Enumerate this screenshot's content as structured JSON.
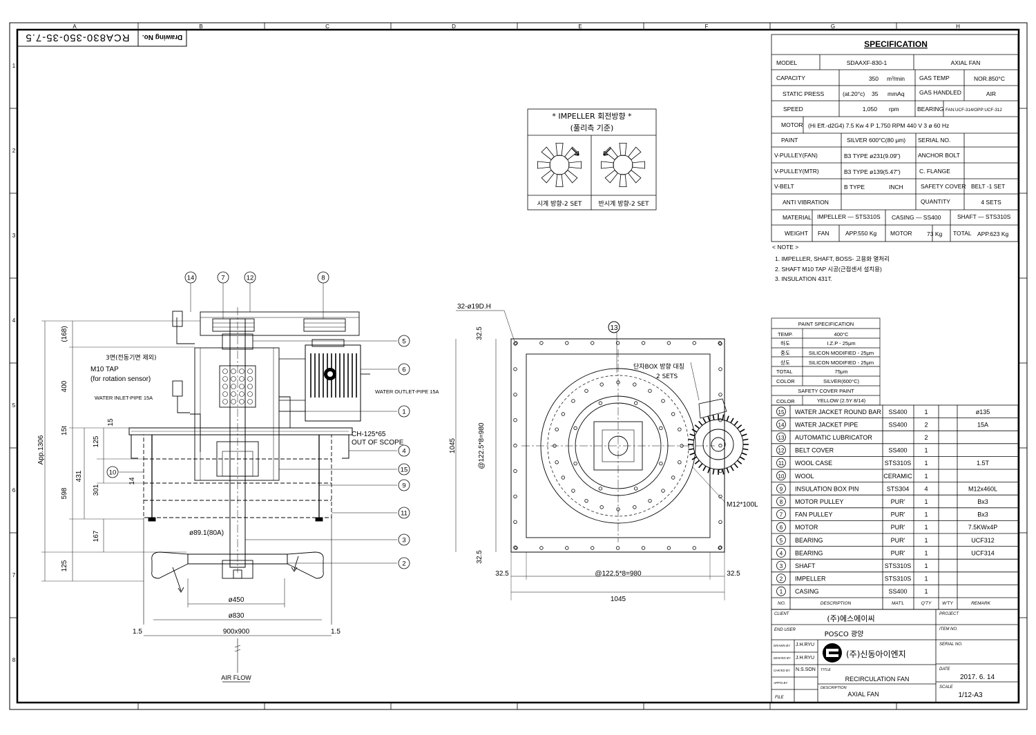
{
  "border": {
    "zones_top": [
      "A",
      "B",
      "C",
      "D",
      "E",
      "F",
      "G",
      "H"
    ],
    "zones_side": [
      "1",
      "2",
      "3",
      "4",
      "5",
      "6",
      "7",
      "8"
    ]
  },
  "drawing_no": {
    "label": "Drawing No.",
    "value": "RCA830-350-35-7.5"
  },
  "rotation_box": {
    "title1": "* IMPELLER 회전방향 *",
    "title2": "(풀리측 기준)",
    "cw_label": "시계 방향-2 SET",
    "ccw_label": "반시계 방향-2 SET"
  },
  "spec": {
    "title": "SPECIFICATION",
    "model_label": "MODEL",
    "model_value": "SDAAXF-830-1",
    "type_value": "AXIAL FAN",
    "capacity_label": "CAPACITY",
    "capacity_value": "350",
    "capacity_unit": "m³/min",
    "gas_temp_label": "GAS TEMP",
    "gas_temp_value": "NOR.850°C",
    "static_label": "STATIC PRESS",
    "static_cond": "(at.20°c)",
    "static_value": "35",
    "static_unit": "mmAq",
    "gas_handled_label": "GAS HANDLED",
    "gas_handled_value": "AIR",
    "speed_label": "SPEED",
    "speed_value": "1,050",
    "speed_unit": "rpm",
    "bearing_label": "BEARING",
    "bearing_value": "FAN:UCF-314/OPP:UCF-312",
    "motor_label": "MOTOR",
    "motor_value": "(Hi Eff.-d2G4) 7.5 Kw   4 P   1,750 RPM   440 V   3 ø   60 Hz",
    "paint_label": "PAINT",
    "paint_value": "SILVER 600°C(80 μm)",
    "serial_label": "SERIAL NO.",
    "vpf_label": "V-PULLEY(FAN)",
    "vpf_value": "B3 TYPE  ø231(9.09\")",
    "anchor_label": "ANCHOR BOLT",
    "vpm_label": "V-PULLEY(MTR)",
    "vpm_value": "B3 TYPE  ø139(5.47\")",
    "cflange_label": "C. FLANGE",
    "vbelt_label": "V-BELT",
    "vbelt_type": "B  TYPE",
    "vbelt_unit": "INCH",
    "safety_label": "SAFETY COVER",
    "safety_value": "BELT -1 SET",
    "antivib_label": "ANTI VIBRATION",
    "qty_label": "QUANTITY",
    "qty_value": "4 SETS",
    "material_label": "MATERIAL",
    "mat_impeller": "IMPELLER — STS310S",
    "mat_casing": "CASING — SS400",
    "mat_shaft": "SHAFT — STS310S",
    "weight_label": "WEIGHT",
    "w_fan_label": "FAN",
    "w_fan": "APP.550 Kg",
    "w_motor_label": "MOTOR",
    "w_motor": "73  Kg",
    "w_total_label": "TOTAL",
    "w_total": "APP.623 Kg"
  },
  "notes": {
    "title": "< NOTE >",
    "n1": "1. IMPELLER, SHAFT, BOSS- 고용화 열처리",
    "n2": "2. SHAFT M10 TAP 시공(근접센서 설치용)",
    "n3": "3. INSULATION 431T."
  },
  "paint_spec": {
    "title": "PAINT SPECIFICATION",
    "rows": [
      {
        "k": "TEMP.",
        "v": "400°C"
      },
      {
        "k": "하도",
        "v": "I.Z.P - 25μm"
      },
      {
        "k": "중도",
        "v": "SILICON MODIFIED - 25μm"
      },
      {
        "k": "상도",
        "v": "SILICON MODIFIED - 25μm"
      },
      {
        "k": "TOTAL",
        "v": "75μm"
      },
      {
        "k": "COLOR",
        "v": "SILVER(600°C)"
      }
    ],
    "safety_title": "SAFETY COVER PAINT",
    "safety_k": "COLOR",
    "safety_v": "YELLOW (2.5Y 8/14)"
  },
  "bom": [
    {
      "no": "15",
      "desc": "WATER JACKET ROUND BAR",
      "mat": "SS400",
      "qty": "1",
      "remark": "ø135"
    },
    {
      "no": "14",
      "desc": "WATER JACKET PIPE",
      "mat": "SS400",
      "qty": "2",
      "remark": "15A"
    },
    {
      "no": "13",
      "desc": "AUTOMATIC LUBRICATOR",
      "mat": "",
      "qty": "2",
      "remark": ""
    },
    {
      "no": "12",
      "desc": "BELT COVER",
      "mat": "SS400",
      "qty": "1",
      "remark": ""
    },
    {
      "no": "11",
      "desc": "WOOL CASE",
      "mat": "STS310S",
      "qty": "1",
      "remark": "1.5T"
    },
    {
      "no": "10",
      "desc": "WOOL",
      "mat": "CERAMIC",
      "qty": "1",
      "remark": ""
    },
    {
      "no": "9",
      "desc": "INSULATION BOX PIN",
      "mat": "STS304",
      "qty": "4",
      "remark": "M12x460L"
    },
    {
      "no": "8",
      "desc": "MOTOR PULLEY",
      "mat": "PUR'",
      "qty": "1",
      "remark": "Bx3"
    },
    {
      "no": "7",
      "desc": "FAN PULLEY",
      "mat": "PUR'",
      "qty": "1",
      "remark": "Bx3"
    },
    {
      "no": "6",
      "desc": "MOTOR",
      "mat": "PUR'",
      "qty": "1",
      "remark": "7.5KWx4P"
    },
    {
      "no": "5",
      "desc": "BEARING",
      "mat": "PUR'",
      "qty": "1",
      "remark": "UCF312"
    },
    {
      "no": "4",
      "desc": "BEARING",
      "mat": "PUR'",
      "qty": "1",
      "remark": "UCF314"
    },
    {
      "no": "3",
      "desc": "SHAFT",
      "mat": "STS310S",
      "qty": "1",
      "remark": ""
    },
    {
      "no": "2",
      "desc": "IMPELLER",
      "mat": "STS310S",
      "qty": "1",
      "remark": ""
    },
    {
      "no": "1",
      "desc": "CASING",
      "mat": "SS400",
      "qty": "1",
      "remark": ""
    }
  ],
  "bom_header": {
    "no": "NO.",
    "desc": "DESCRIPTION",
    "mat": "MAT'L",
    "qty": "Q'TY",
    "wty": "W'TY",
    "remark": "REMARK"
  },
  "title_block": {
    "client_label": "CLIENT",
    "client": "(주)에스에이씨",
    "enduser_label": "END USER",
    "enduser": "POSCO 광양",
    "project_label": "PROJECT",
    "itemno_label": "ITEM NO.",
    "serialno_label": "SERIAL NO.",
    "drawn_label": "DRAWN BY",
    "drawn": "J.H.RYU",
    "designed_label": "DESI'ED BY",
    "designed": "J.H.RYU",
    "checked_label": "CHK'ED BY",
    "checked": "N.S.SON",
    "approved_label": "APP'D BY",
    "company": "(주)신동아이엔지",
    "title_label": "TITLE",
    "title": "RECIRCULATION FAN",
    "desc_label": "DESCRIPTION",
    "desc": "AXIAL FAN",
    "date_label": "DATE",
    "date": "2017. 6. 14",
    "scale_label": "SCALE",
    "scale": "1/12-A3",
    "file_label": "FILE"
  },
  "side_view": {
    "callouts_top": [
      "14",
      "7",
      "12",
      "8"
    ],
    "callouts_right": [
      "5",
      "6",
      "1",
      "4",
      "15",
      "9",
      "11",
      "3",
      "2"
    ],
    "callout_10": "10",
    "surface3": "3면(전동기면 제외)",
    "m10": "M10 TAP",
    "m10b": "(for rotation sensor)",
    "water_inlet": "WATER INLET-PIPE 15A",
    "water_outlet": "WATER OUTLET-PIPE 15A",
    "ch": "CH-125*65",
    "out_scope": "OUT OF SCOPE",
    "dia_shaft": "ø89.1(80A)",
    "dia450": "ø450",
    "dia830": "ø830",
    "w900": "900x900",
    "d15l": "1.5",
    "d15r": "1.5",
    "air_flow": "AIR FLOW",
    "dim168": "(168)",
    "dim400": "400",
    "dim15t": "15t",
    "dim15": "15",
    "dim125a": "125",
    "dim431": "431",
    "dim301": "301",
    "dim14": "14",
    "dim598": "598",
    "dim167": "167",
    "dim125b": "125",
    "dim1306": "App.1306"
  },
  "top_view": {
    "holes": "32-ø19D.H",
    "callout13": "13",
    "terminal": "단자BOX 방향 대칭",
    "sets": "2 SETS",
    "m12": "M12*100L",
    "pitch_v": "@122.5*8=980",
    "pitch_h": "@122.5*8=980",
    "d325a": "32.5",
    "d325b": "32.5",
    "d325c": "32.5",
    "d325d": "32.5",
    "w1045": "1045",
    "h1045": "1045"
  }
}
